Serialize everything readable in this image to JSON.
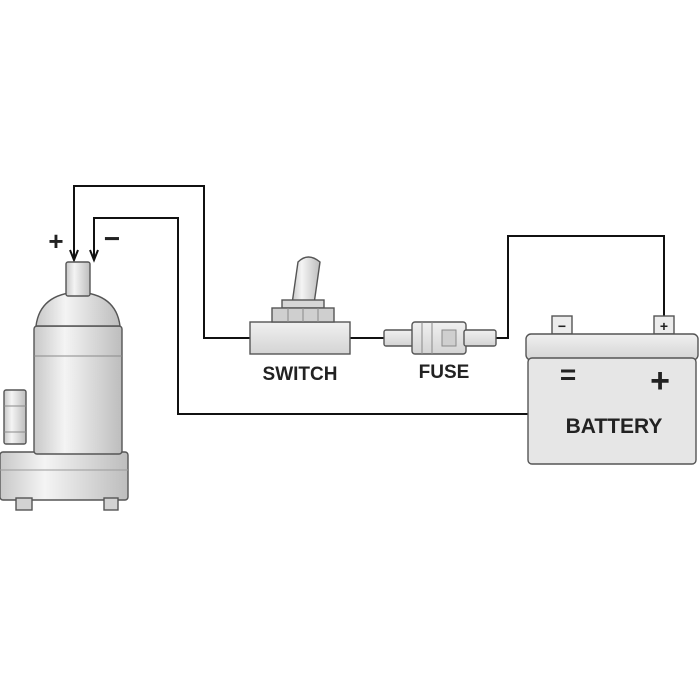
{
  "labels": {
    "switch": "SWITCH",
    "fuse": "FUSE",
    "battery": "BATTERY",
    "pump_positive": "+",
    "pump_negative": "−",
    "battery_terminal_negative": "−",
    "battery_terminal_positive": "+",
    "battery_face_negative": "=",
    "battery_face_positive": "+"
  },
  "colors": {
    "wire": "#111111",
    "component_fill": "#e6e6e6",
    "component_outline": "#555555",
    "text": "#222222"
  }
}
